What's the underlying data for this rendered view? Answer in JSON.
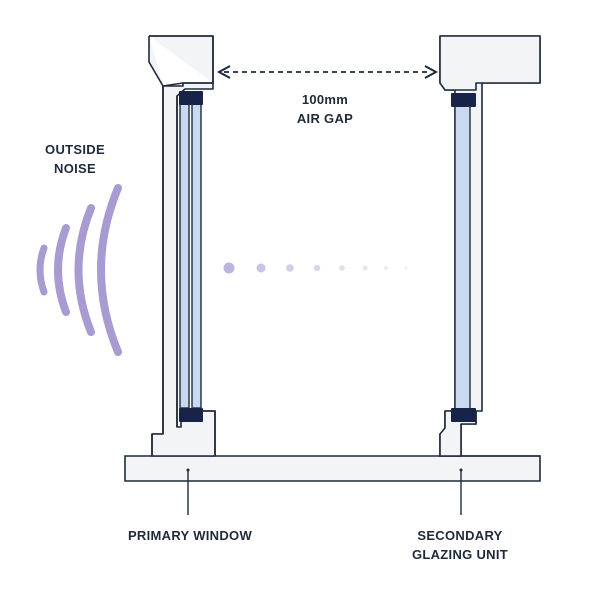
{
  "labels": {
    "outside_noise": [
      "OUTSIDE",
      "NOISE"
    ],
    "air_gap": [
      "100mm",
      "AIR GAP"
    ],
    "primary_window": "PRIMARY WINDOW",
    "secondary_glazing": [
      "SECONDARY",
      "GLAZING UNIT"
    ]
  },
  "colors": {
    "frame_fill": "#f3f4f6",
    "frame_stroke": "#1f2a3a",
    "glass_fill": "#c9daf0",
    "glass_stroke": "#1f2a3a",
    "seal": "#18234a",
    "sound_wave": "#a79bd1",
    "sound_dots": "#c9c4e0",
    "text": "#1f2a3a"
  },
  "icons": {
    "sound_waves": "sound-wave-icon",
    "gap_arrow": "double-arrow-icon"
  }
}
